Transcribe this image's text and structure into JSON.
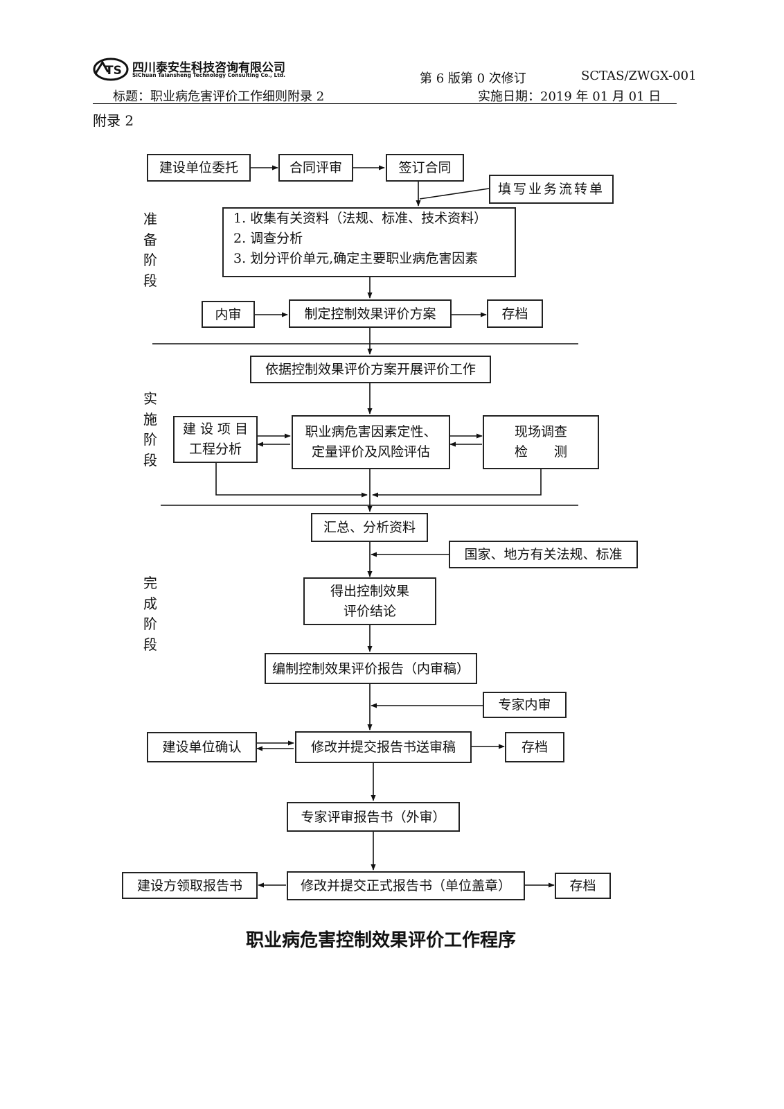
{
  "header": {
    "company_cn": "四川泰安生科技咨询有限公司",
    "company_en": "SiChuan Taiansheng Technology Consulting Co., Ltd.",
    "version": "第 6 版第 0 次修订",
    "doc_code": "SCTAS/ZWGX-001",
    "title": "标题：职业病危害评价工作细则附录 2",
    "effective_date": "实施日期：2019 年 01 月 01 日",
    "logo_text": "TS"
  },
  "appendix_label": "附录 2",
  "stages": {
    "prepare": "准\n备\n阶\n段",
    "implement": "实\n施\n阶\n段",
    "complete": "完\n成\n阶\n段"
  },
  "boxes": {
    "client_commission": "建设单位委托",
    "contract_review": "合同评审",
    "sign_contract": "签订合同",
    "fill_flow_sheet": "填写业务流转单",
    "prep_line1": "1. 收集有关资料（法规、标准、技术资料）",
    "prep_line2": "2. 调查分析",
    "prep_line3": "3. 划分评价单元,确定主要职业病危害因素",
    "internal_review": "内审",
    "make_plan": "制定控制效果评价方案",
    "archive_1": "存档",
    "carry_out": "依据控制效果评价方案开展评价工作",
    "project_analysis_line1": "建 设 项 目",
    "project_analysis_line2": "工程分析",
    "evaluation_line1": "职业病危害因素定性、",
    "evaluation_line2": "定量评价及风险评估",
    "site_survey_line1": "现场调查",
    "site_survey_line2": "检　　测",
    "summarize": "汇总、分析资料",
    "regulations": "国家、地方有关法规、标准",
    "conclusion_line1": "得出控制效果",
    "conclusion_line2": "评价结论",
    "draft_report": "编制控制效果评价报告（内审稿）",
    "expert_internal": "专家内审",
    "client_confirm": "建设单位确认",
    "revise_submit": "修改并提交报告书送审稿",
    "archive_2": "存档",
    "expert_external": "专家评审报告书（外审）",
    "client_receive": "建设方领取报告书",
    "final_report": "修改并提交正式报告书（单位盖章）",
    "archive_3": "存档"
  },
  "caption": "职业病危害控制效果评价工作程序"
}
